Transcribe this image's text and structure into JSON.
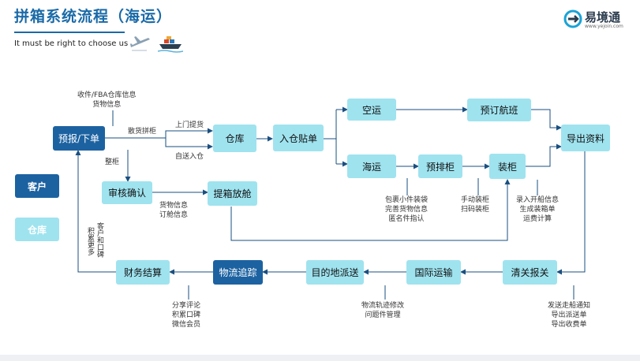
{
  "header": {
    "title": "拼箱系统流程（海运）",
    "subtitle": "It must be right to choose us"
  },
  "brand": {
    "name": "易境通",
    "url": "www.yejoin.com",
    "mark_icon": "brand-logo-icon"
  },
  "legend": {
    "customer": {
      "label": "客户",
      "color": "#1c62a1"
    },
    "warehouse": {
      "label": "仓库",
      "color": "#9fe3ef"
    }
  },
  "nodes": {
    "order": "预报/下单",
    "audit": "审核确认",
    "warehouse": "仓库",
    "pickup": "提箱放舱",
    "inbound": "入仓贴单",
    "air": "空运",
    "sea": "海运",
    "prebook": "预排柜",
    "book_flight": "预订航班",
    "loading": "装柜",
    "export_docs": "导出资料",
    "customs": "清关报关",
    "intl": "国际运输",
    "delivery": "目的地派送",
    "tracking": "物流追踪",
    "settlement": "财务结算"
  },
  "labels": {
    "info_top": [
      "收件/FBA仓库信息",
      "货物信息"
    ],
    "loose": "散货拼柜",
    "pickup_door": "上门提货",
    "self_send": "自送入仓",
    "full": "整柜",
    "cargo_info": [
      "货物信息",
      "订舱信息"
    ],
    "package_notes": [
      "包裹小件装袋",
      "完善货物信息",
      "匿名件指认"
    ],
    "manual_notes": [
      "手动装柜",
      "扫码装柜"
    ],
    "loading_notes": [
      "录入开船信息",
      "生成装箱单",
      "运费计算"
    ],
    "customs_notes": [
      "发送走船通知",
      "导出派送单",
      "导出收费单"
    ],
    "tracking_notes": [
      "物流轨迹修改",
      "问题件管理"
    ],
    "review_notes": [
      "分享评论",
      "积累口碑",
      "微信会员"
    ],
    "side_a": "客户和口碑",
    "side_b": "积累更多"
  },
  "decorations": {
    "plane_icon": "airplane-icon",
    "ship_icon": "cargo-ship-icon"
  }
}
